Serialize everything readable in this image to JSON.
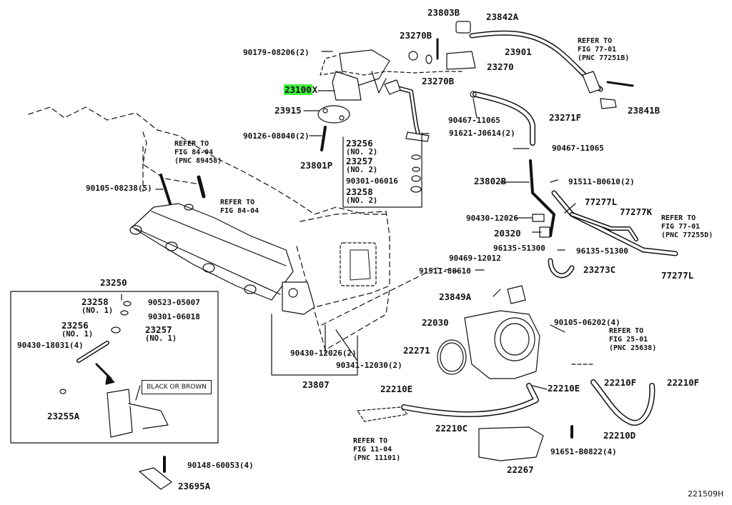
{
  "diagram_id": "221509H",
  "box_callout": "BLACK OR BROWN",
  "parts": {
    "p23803B": "23803B",
    "p23842A": "23842A",
    "p23270B_top": "23270B",
    "p90179": "90179-08206(2)",
    "p23901": "23901",
    "p23270": "23270",
    "p23270B_low": "23270B",
    "p23100": "23100",
    "p23915": "23915",
    "p90126": "90126-08040(2)",
    "p90467_a": "90467-11065",
    "p23271F": "23271F",
    "p91621": "91621-J0614(2)",
    "p23841B": "23841B",
    "p90467_b": "90467-11065",
    "p23256_top": "23256",
    "p23256_top_q": "(NO. 2)",
    "p23257_top": "23257",
    "p23257_top_q": "(NO. 2)",
    "p23801P": "23801P",
    "p90301_top": "90301-06016",
    "p23258_top": "23258",
    "p23258_top_q": "(NO. 2)",
    "p23802B": "23802B",
    "p91511_b": "91511-B0610(2)",
    "p77277L_a": "77277L",
    "p77277K": "77277K",
    "p90105_a": "90105-08238(5)",
    "p90430_12026_a": "90430-12026",
    "p20320": "20320",
    "p96135_a": "96135-51300",
    "p96135_b": "96135-51300",
    "p90469": "90469-12012",
    "p23273C": "23273C",
    "p77277L_b": "77277L",
    "p91511_80610": "91511-80610",
    "p23849A": "23849A",
    "p23250": "23250",
    "p23258_low": "23258",
    "p23258_low_q": "(NO. 1)",
    "p90523": "90523-05007",
    "p90301_low": "90301-06018",
    "p23256_low": "23256",
    "p23256_low_q": "(NO. 1)",
    "p23257_low": "23257",
    "p23257_low_q": "(NO. 1)",
    "p90430_18031": "90430-18031(4)",
    "p22030": "22030",
    "p90105_06202": "90105-06202(4)",
    "p22271": "22271",
    "p90430_12026_b": "90430-12026(2)",
    "p90341": "90341-12030(2)",
    "p23807": "23807",
    "p22210E_a": "22210E",
    "p22210F_a": "22210F",
    "p22210F_b": "22210F",
    "p22210E_b": "22210E",
    "p23255A": "23255A",
    "p22210C": "22210C",
    "p22210D": "22210D",
    "p91651": "91651-B0822(4)",
    "p22267": "22267",
    "p90148": "90148-60053(4)",
    "p23695A": "23695A"
  },
  "refs": {
    "r_77_01_b": "REFER TO\nFIG 77-01\n(PNC 77251B)",
    "r_84_04_a": "REFER TO\nFIG 84-04\n(PNC 89458)",
    "r_84_04_b": "REFER TO\nFIG 84-04",
    "r_77_01_d": "REFER TO\nFIG 77-01\n(PNC 77255D)",
    "r_25_01": "REFER TO\nFIG 25-01\n(PNC 25638)",
    "r_11_04": "REFER TO\nFIG 11-04\n(PNC 11101)"
  },
  "colors": {
    "highlight": "#3ef03e",
    "ink": "#111111"
  }
}
